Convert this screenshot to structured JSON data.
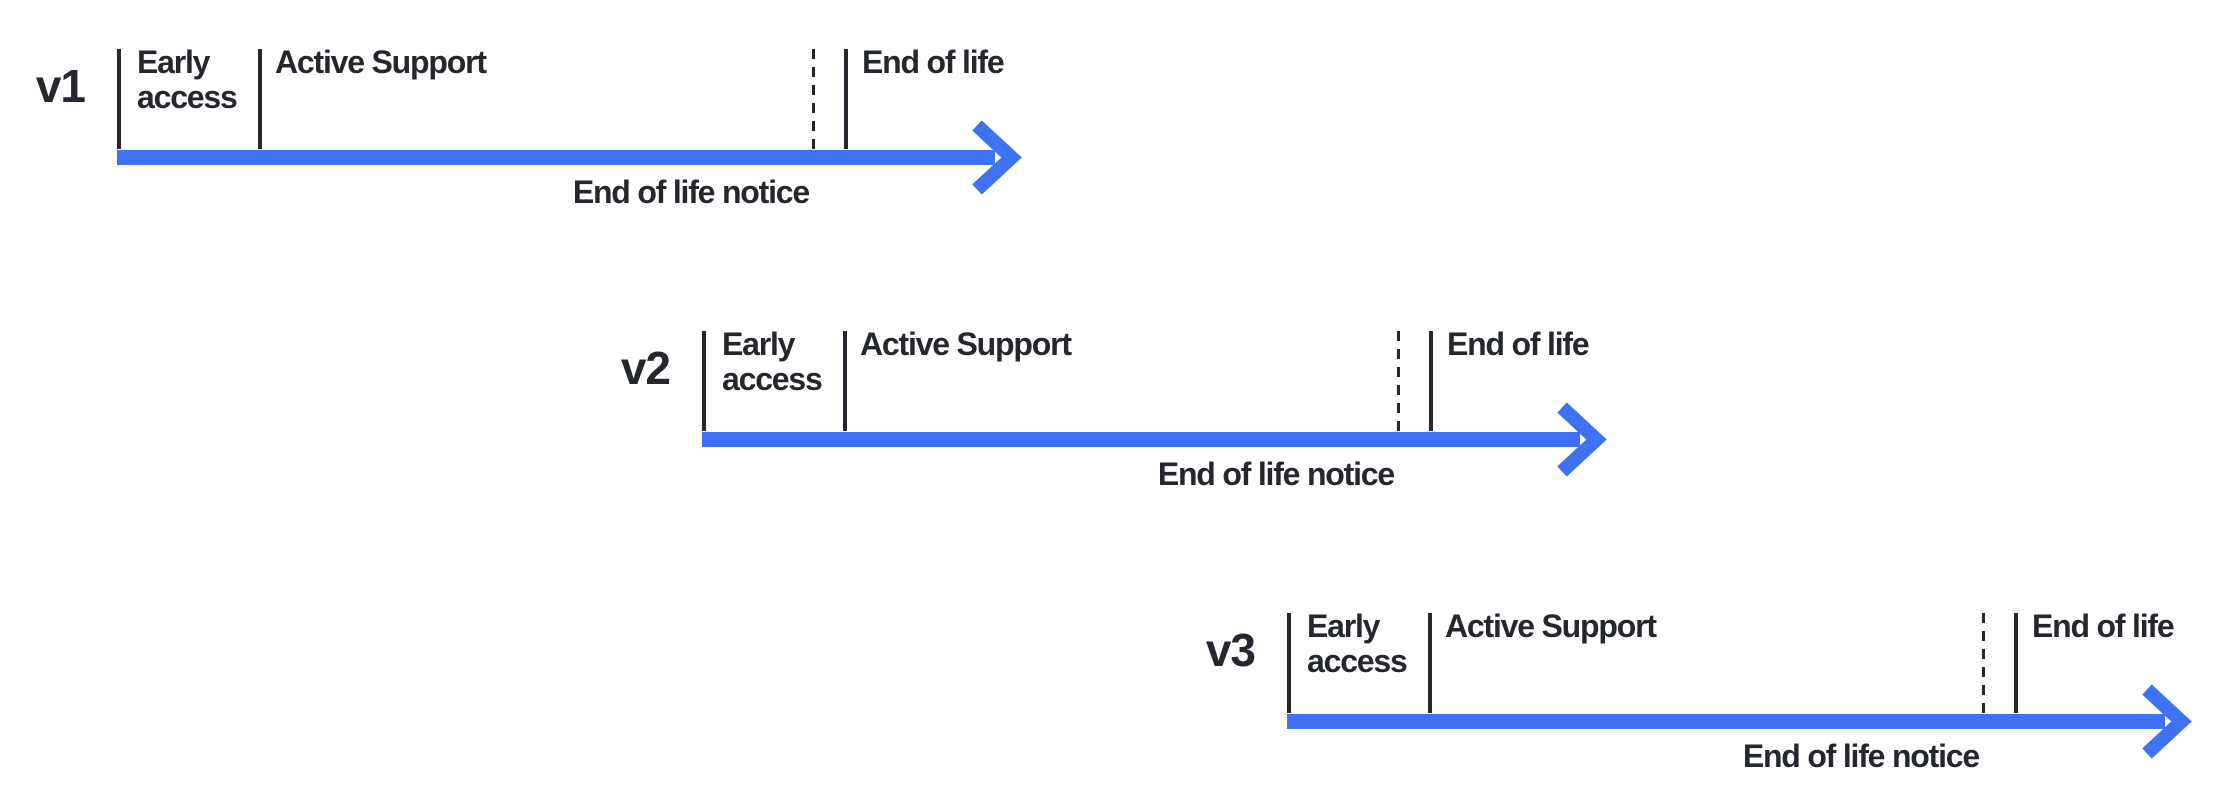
{
  "diagram": {
    "kind": "version-lifecycle-timelines",
    "background": "#FFFFFF",
    "arrow_color": "#3E72F3",
    "line_color": "#24272E",
    "timelines": [
      {
        "version": "v1",
        "phases": {
          "early_access": "Early access",
          "active_support": "Active Support",
          "end_of_life": "End of life",
          "end_of_life_notice": "End of life notice"
        }
      },
      {
        "version": "v2",
        "phases": {
          "early_access": "Early access",
          "active_support": "Active Support",
          "end_of_life": "End of life",
          "end_of_life_notice": "End of life notice"
        }
      },
      {
        "version": "v3",
        "phases": {
          "early_access": "Early access",
          "active_support": "Active Support",
          "end_of_life": "End of life",
          "end_of_life_notice": "End of life notice"
        }
      }
    ]
  }
}
